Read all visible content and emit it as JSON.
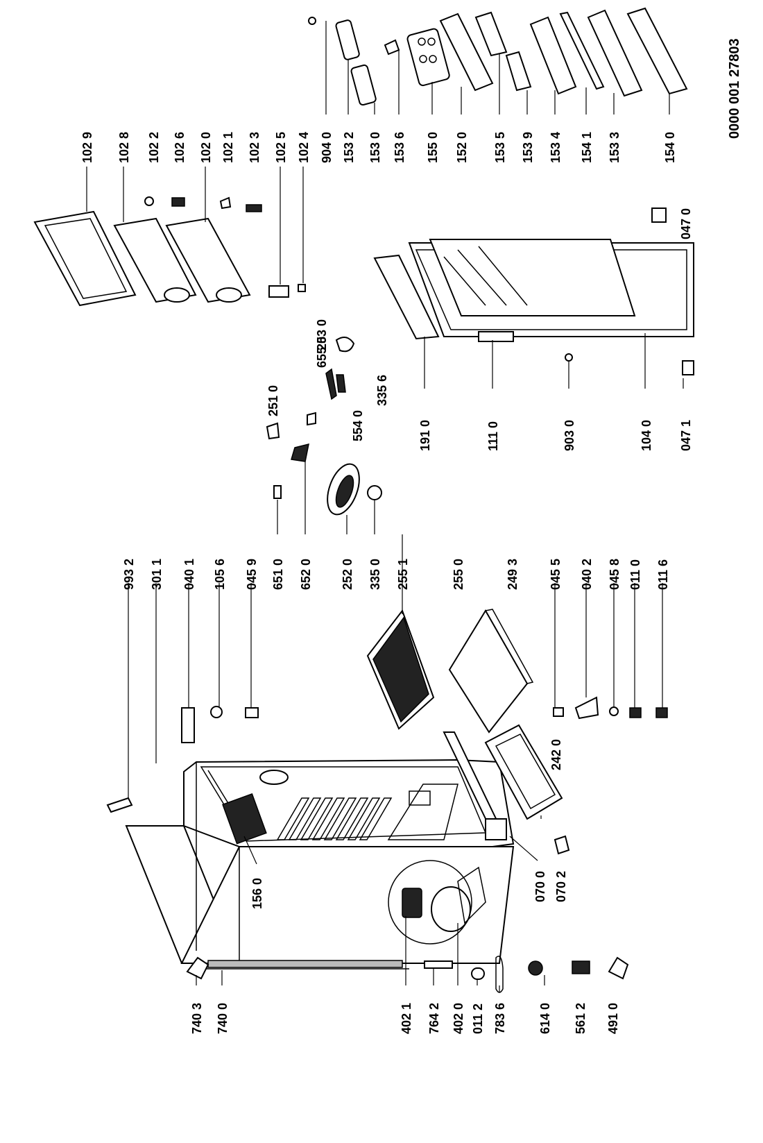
{
  "document_number": "0000 001 27803",
  "part_labels": {
    "p1029": "102 9",
    "p1028": "102 8",
    "p1022": "102 2",
    "p1026": "102 6",
    "p1020": "102 0",
    "p1021": "102 1",
    "p1023": "102 3",
    "p1025": "102 5",
    "p1024": "102 4",
    "p9040": "904 0",
    "p1532": "153 2",
    "p1530": "153 0",
    "p1536": "153 6",
    "p1550": "155 0",
    "p1520": "152 0",
    "p1535": "153 5",
    "p1539": "153 9",
    "p1534": "153 4",
    "p1541": "154 1",
    "p1533": "153 3",
    "p1540": "154 0",
    "p0470": "047 0",
    "p0471": "047 1",
    "p1040": "104 0",
    "p9030": "903 0",
    "p1110": "111 0",
    "p1910": "191 0",
    "p2510": "251 0",
    "p6550": "655 0",
    "p3356": "335 6",
    "p2530": "253 0",
    "p5540": "554 0",
    "p6520": "652 0",
    "p6510": "651 0",
    "p2520": "252 0",
    "p3350": "335 0",
    "p2551": "255 1",
    "p2550": "255 0",
    "p2493": "249 3",
    "p0455": "045 5",
    "p0402": "040 2",
    "p0458": "045 8",
    "p0110": "011 0",
    "p0116": "011 6",
    "p9932": "993 2",
    "p3011": "301 1",
    "p0401": "040 1",
    "p1056": "105 6",
    "p0459": "045 9",
    "p2420": "242 0",
    "p0700": "070 0",
    "p0702": "070 2",
    "p1560": "156 0",
    "p7403": "740 3",
    "p7400": "740 0",
    "p4021": "402 1",
    "p7642": "764 2",
    "p4020": "402 0",
    "p0112": "011 2",
    "p7836": "783 6",
    "p6140": "614 0",
    "p5612": "561 2",
    "p4910": "491 0"
  }
}
